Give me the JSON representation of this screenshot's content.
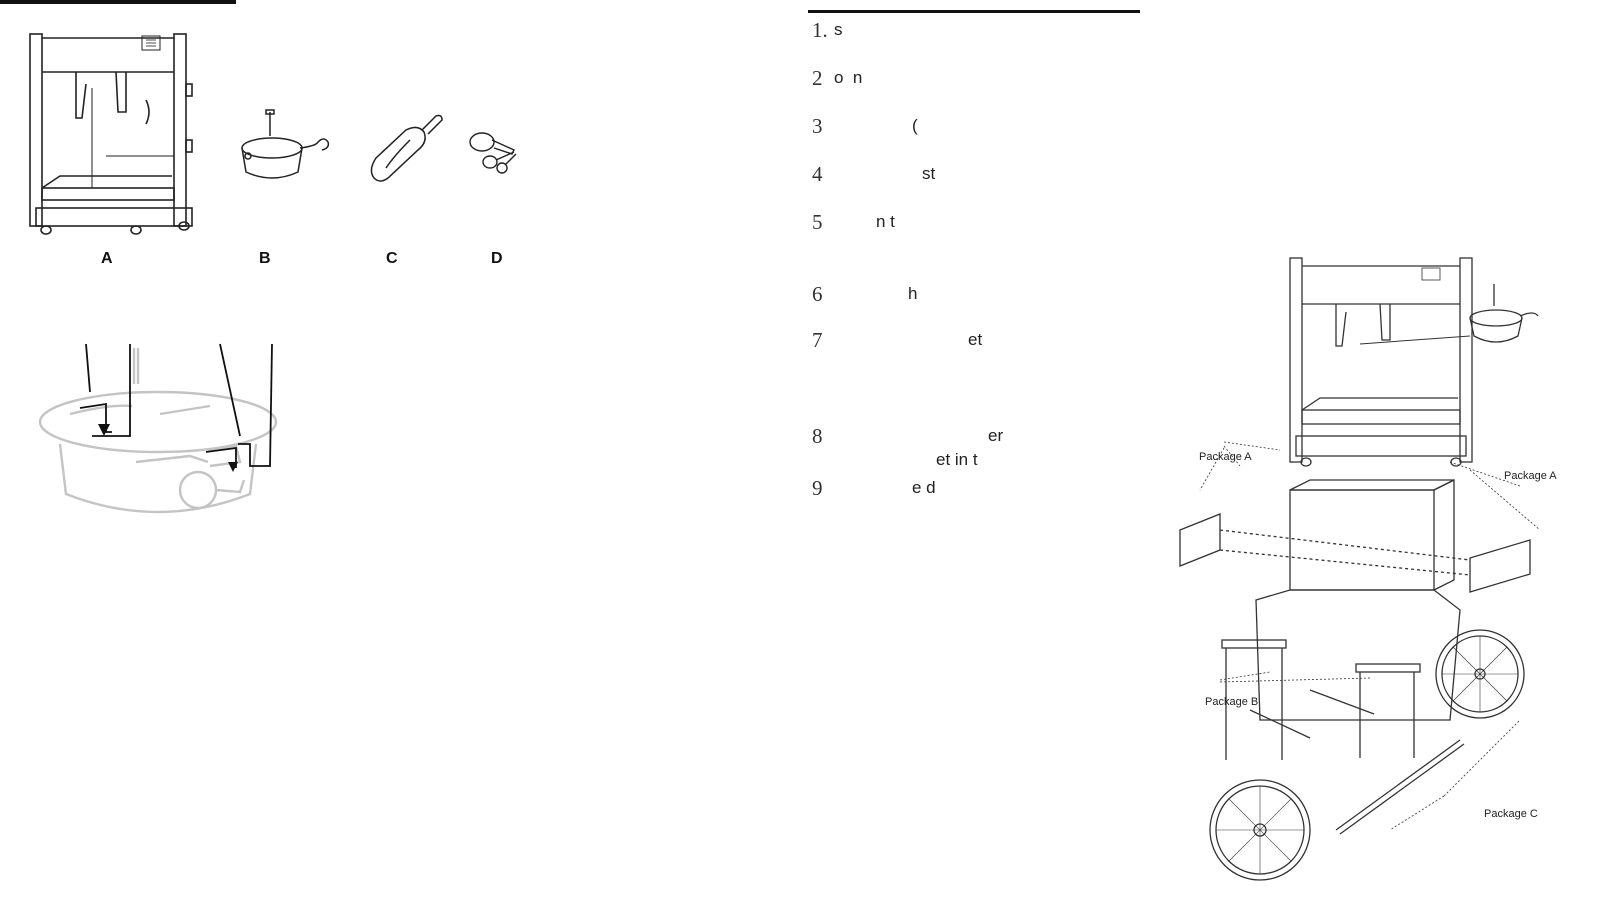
{
  "parts": {
    "a_label": "A",
    "b_label": "B",
    "c_label": "C",
    "d_label": "D"
  },
  "steps": [
    {
      "num": "1.",
      "text": "s"
    },
    {
      "num": "2",
      "text": "o  n"
    },
    {
      "num": "3",
      "text": "("
    },
    {
      "num": "4",
      "text": "st"
    },
    {
      "num": "5",
      "text": "n t"
    },
    {
      "num": "6",
      "text": "h"
    },
    {
      "num": "7",
      "text": "et"
    },
    {
      "num": "8",
      "text": "er",
      "text2": "et in t"
    },
    {
      "num": "9",
      "text": "e d"
    }
  ],
  "packages": {
    "a_left": "Package A",
    "a_right": "Package A",
    "b": "Package B",
    "c": "Package C"
  }
}
